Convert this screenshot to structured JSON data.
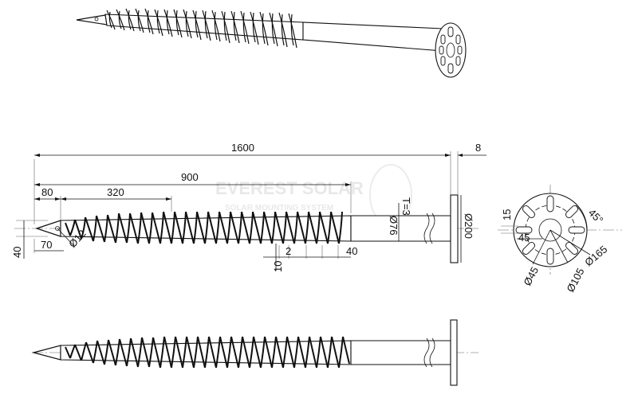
{
  "drawing": {
    "watermark": {
      "line1": "EVEREST SOLAR",
      "line2": "SOLAR MOUNTING SYSTEM"
    },
    "side_view_dimensions": {
      "total_length": "1600",
      "plate_thickness": "8",
      "helix_length": "900",
      "tip_length": "80",
      "helix_start": "320",
      "wall_thickness": "T=3",
      "pipe_diameter": "Ø76",
      "plate_diameter": "Ø200",
      "tip_height": "40",
      "tip_offset": "70",
      "tip_hole": "Ø12",
      "pitch_gap": "2",
      "pitch": "40",
      "flight_height": "10"
    },
    "plate_view_dimensions": {
      "angle": "45°",
      "slot_width": "15",
      "slot_length": "45",
      "bolt_circle": "Ø165",
      "inner_circle": "Ø105",
      "center_hole": "Ø45"
    }
  }
}
